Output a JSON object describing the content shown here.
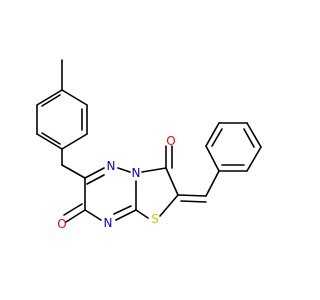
{
  "molecule": {
    "atoms": [
      {
        "id": "o1",
        "element": "O",
        "label": "O",
        "color": "#ff0000"
      },
      {
        "id": "o2",
        "element": "O",
        "label": "O",
        "color": "#ff0000"
      },
      {
        "id": "n1",
        "element": "N",
        "label": "N",
        "color": "#0000ff"
      },
      {
        "id": "n2",
        "element": "N",
        "label": "N",
        "color": "#0000ff"
      },
      {
        "id": "n3",
        "element": "N",
        "label": "N",
        "color": "#0000ff"
      },
      {
        "id": "s1",
        "element": "S",
        "label": "S",
        "color": "#cccc00"
      }
    ],
    "bond_color": "#000000",
    "substituents": [
      "4-methylbenzyl",
      "benzylidene"
    ]
  }
}
